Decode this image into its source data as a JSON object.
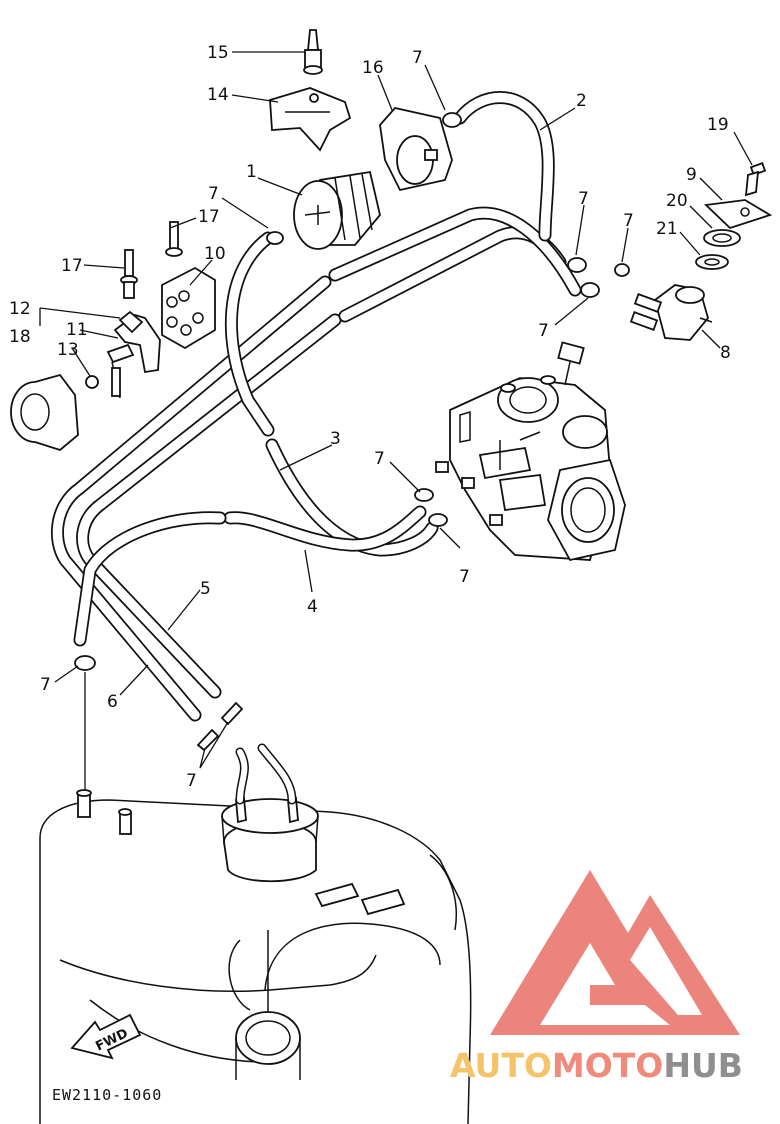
{
  "callouts": {
    "c1": "1",
    "c2": "2",
    "c3": "3",
    "c4": "4",
    "c5": "5",
    "c6": "6",
    "c7a": "7",
    "c7b": "7",
    "c7c": "7",
    "c7d": "7",
    "c7e": "7",
    "c7f": "7",
    "c7g": "7",
    "c7h": "7",
    "c7i": "7",
    "c8": "8",
    "c9": "9",
    "c10": "10",
    "c11": "11",
    "c12": "12",
    "c13": "13",
    "c14": "14",
    "c15": "15",
    "c16": "16",
    "c17a": "17",
    "c17b": "17",
    "c18": "18",
    "c19": "19",
    "c20": "20",
    "c21": "21"
  },
  "direction_label": "FWD",
  "drawing_code": "EW2110-1060",
  "watermark": {
    "part1": "AUTO",
    "part2": "MOTO",
    "part3": "HUB"
  },
  "colors": {
    "line": "#111111",
    "watermark_red": "#e8776f",
    "watermark_yellow": "#f5c46a",
    "watermark_gray": "#8f8f8f"
  }
}
